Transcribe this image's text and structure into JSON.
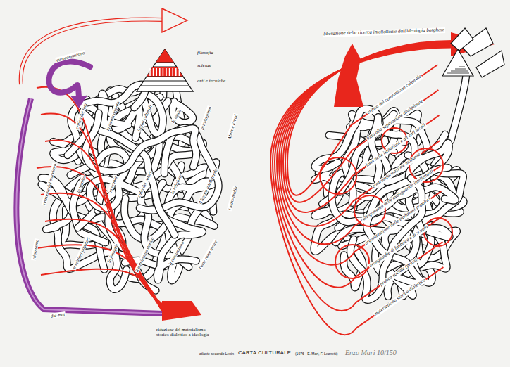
{
  "diagram": {
    "title": "CARTA CULTURALE",
    "nodes": [
      {
        "text": [
          "filosofia",
          "scienze",
          "arti e tecniche"
        ]
      }
    ],
    "labels": [
      "eurocomunismo",
      "critica dei fatti",
      "la donna oggetto",
      "istituti culturali",
      "la moda",
      "psicologismo",
      "Marx e Freud",
      "revisione del marxismo",
      "la tecnica",
      "la scuola",
      "culto dei valori",
      "la religione",
      "il lavoro intellettuale",
      "i mass-media",
      "riformismo",
      "tradizioni popolari",
      "la famiglia",
      "il patrimonio storico",
      "il consumismo",
      "l'arte come merce",
      "dia-mat",
      "riduzione del materialismo storico-dialettico a ideologia",
      "liberazione della ricerca intellettuale dall'ideologia borghese",
      "critica del consumismo culturale",
      "lotta alla separazione disciplinare",
      "lotta nelle istituzioni e gli enti locali",
      "controinformazione militante",
      "collegamento delle avanguardie intellettuali",
      "organizzazione delle tradizioni popolari",
      "avanguardie di fabbrica e di scuola",
      "pratica sociale (prassi)",
      "materialismo storico-dialettico",
      "atlante secondo Lenin",
      "(1976 - E. Mari, F. Leonetti)",
      "Enzo Mari 10/150"
    ]
  }
}
